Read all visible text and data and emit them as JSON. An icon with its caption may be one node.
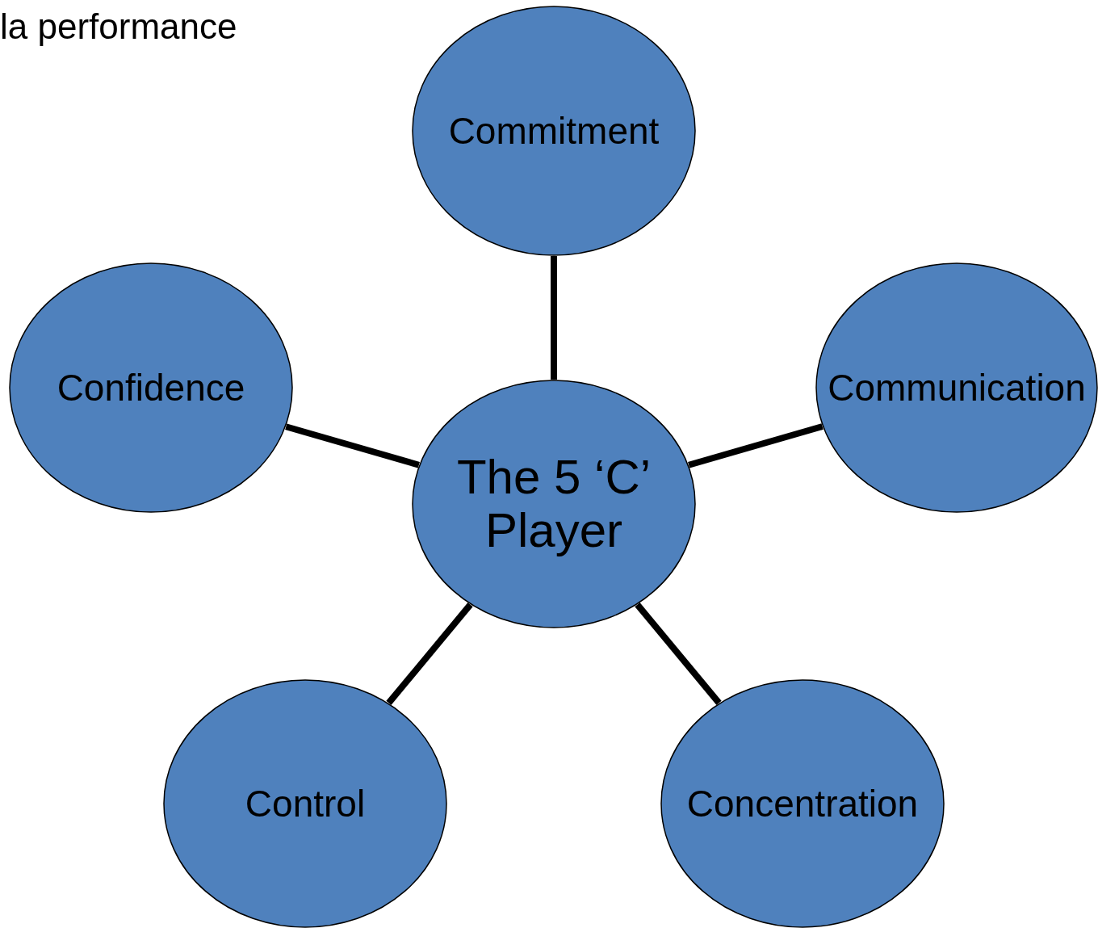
{
  "diagram": {
    "nodes": [
      {
        "text": [
          "Commitment"
        ]
      },
      {
        "text": [
          "Confidence"
        ]
      },
      {
        "text": [
          "The 5 ‘C’ Player"
        ]
      },
      {
        "text": [
          "Communication"
        ]
      },
      {
        "text": [
          "Control"
        ]
      },
      {
        "text": [
          "Concentration"
        ]
      }
    ],
    "edges": [
      {
        "from": 2,
        "to": 0,
        "arrow": "none"
      },
      {
        "from": 2,
        "to": 1,
        "arrow": "none"
      },
      {
        "from": 2,
        "to": 3,
        "arrow": "none"
      },
      {
        "from": 2,
        "to": 4,
        "arrow": "none"
      },
      {
        "from": 2,
        "to": 5,
        "arrow": "none"
      }
    ],
    "labels": [
      "la performance"
    ]
  }
}
